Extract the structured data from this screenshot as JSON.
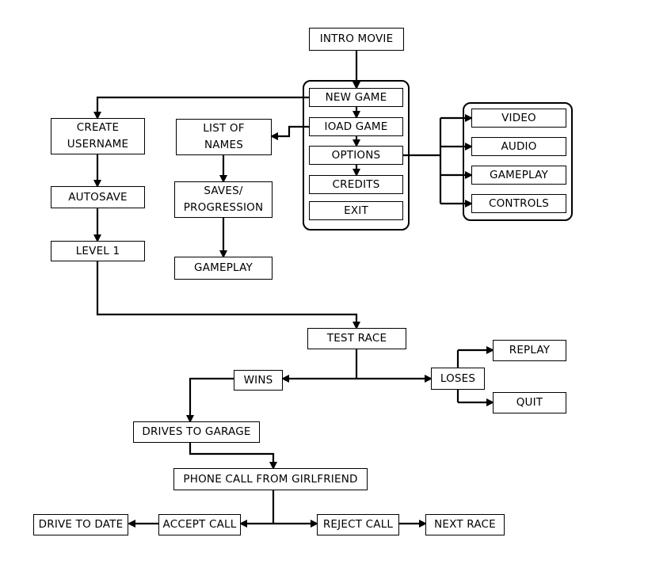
{
  "diagram": {
    "nodes": {
      "intro_movie": "INTRO MOVIE",
      "new_game": "NEW GAME",
      "load_game": "IOAD GAME",
      "options": "OPTIONS",
      "credits": "CREDITS",
      "exit": "EXIT",
      "video": "VIDEO",
      "audio": "AUDIO",
      "gameplay_option": "GAMEPLAY",
      "controls": "CONTROLS",
      "create_username": "CREATE\nUSERNAME",
      "autosave": "AUTOSAVE",
      "level_1": "LEVEL 1",
      "list_of_names": "LIST OF\nNAMES",
      "saves_progression": "SAVES/\nPROGRESSION",
      "gameplay": "GAMEPLAY",
      "test_race": "TEST RACE",
      "wins": "WINS",
      "loses": "LOSES",
      "replay": "REPLAY",
      "quit": "QUIT",
      "drives_to_garage": "DRIVES TO GARAGE",
      "phone_call": "PHONE CALL FROM GIRLFRIEND",
      "accept_call": "ACCEPT CALL",
      "reject_call": "REJECT CALL",
      "drive_to_date": "DRIVE TO DATE",
      "next_race": "NEXT RACE"
    }
  }
}
